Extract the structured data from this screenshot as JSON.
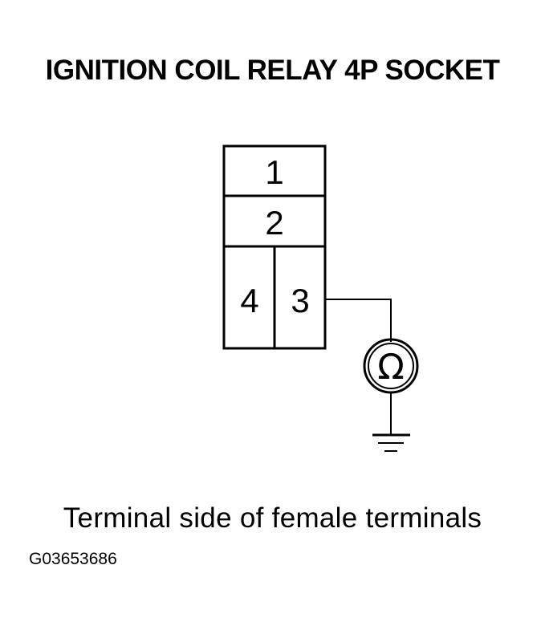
{
  "title": "IGNITION COIL RELAY 4P SOCKET",
  "terminals": {
    "t1": "1",
    "t2": "2",
    "t3": "3",
    "t4": "4"
  },
  "meter_symbol": "Ω",
  "caption": "Terminal side of female terminals",
  "figure_id": "G03653686"
}
